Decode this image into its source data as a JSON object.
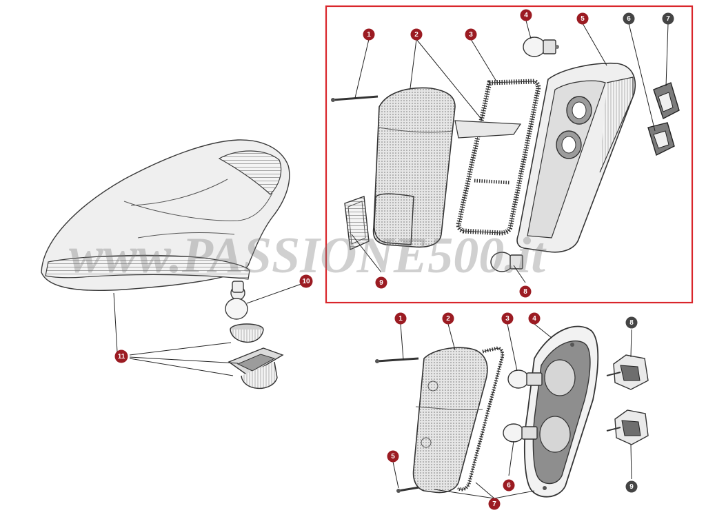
{
  "watermark": "www.PASSIONE500.it",
  "highlight_color": "#d9262b",
  "callout_red": "#9b1b22",
  "callout_grey": "#444444",
  "callouts": {
    "top": [
      {
        "label": "1",
        "color": "red"
      },
      {
        "label": "2",
        "color": "red"
      },
      {
        "label": "3",
        "color": "red"
      },
      {
        "label": "4",
        "color": "red"
      },
      {
        "label": "5",
        "color": "red"
      },
      {
        "label": "6",
        "color": "grey"
      },
      {
        "label": "7",
        "color": "grey"
      },
      {
        "label": "8",
        "color": "red"
      },
      {
        "label": "9",
        "color": "red"
      }
    ],
    "left": [
      {
        "label": "10",
        "color": "red"
      },
      {
        "label": "11",
        "color": "red"
      }
    ],
    "bottom": [
      {
        "label": "1",
        "color": "red"
      },
      {
        "label": "2",
        "color": "red"
      },
      {
        "label": "3",
        "color": "red"
      },
      {
        "label": "4",
        "color": "red"
      },
      {
        "label": "5",
        "color": "red"
      },
      {
        "label": "6",
        "color": "red"
      },
      {
        "label": "7",
        "color": "red"
      },
      {
        "label": "8",
        "color": "grey"
      },
      {
        "label": "9",
        "color": "grey"
      }
    ]
  }
}
